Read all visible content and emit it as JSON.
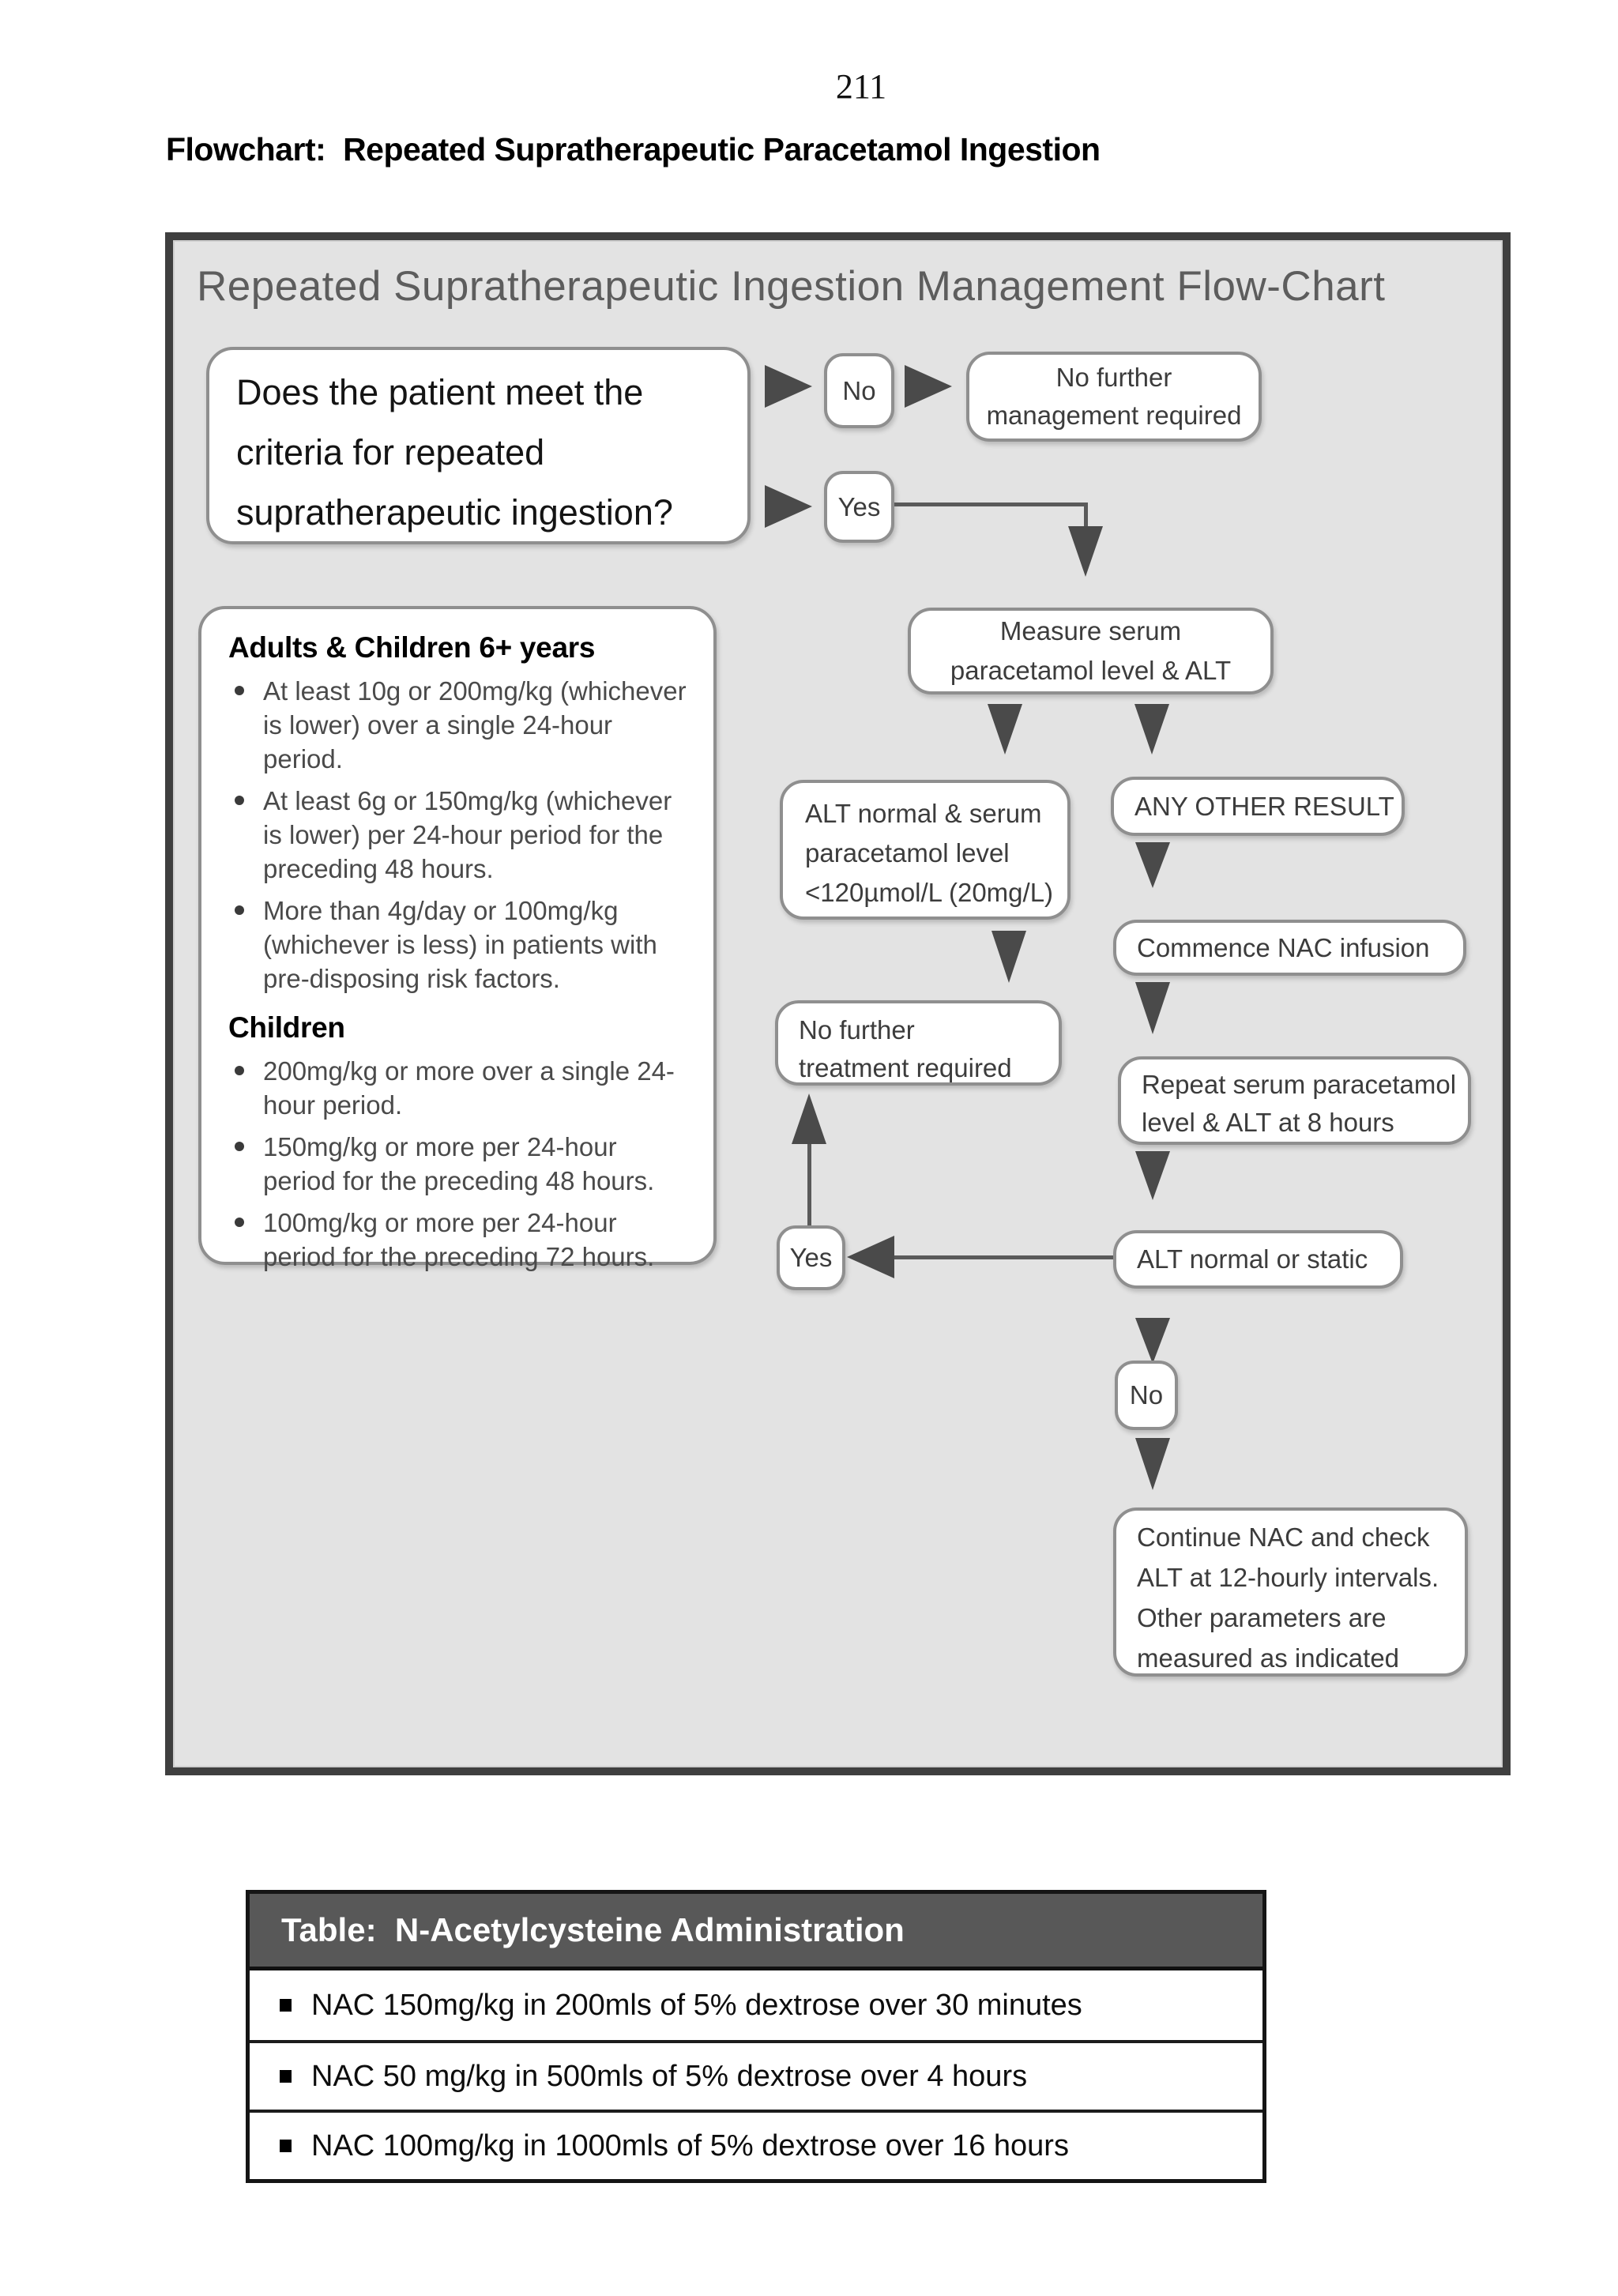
{
  "page": {
    "number": "211",
    "title": "Flowchart:  Repeated Supratherapeutic Paracetamol Ingestion"
  },
  "flowchart": {
    "title": "Repeated Supratherapeutic Ingestion Management Flow-Chart",
    "nodes": {
      "question": "Does the patient meet the\ncriteria for repeated\nsupratherapeutic ingestion?",
      "no_label": "No",
      "yes_label": "Yes",
      "no_further_management": "No further\nmanagement required",
      "measure_serum": "Measure serum\nparacetamol level & ALT",
      "alt_normal_low": "ALT normal & serum\nparacetamol level\n<120µmol/L (20mg/L)",
      "any_other_result": "ANY OTHER RESULT",
      "commence_nac": "Commence NAC infusion",
      "no_further_treatment": "No further\ntreatment required",
      "repeat_serum": "Repeat serum paracetamol\nlevel & ALT at 8 hours",
      "alt_normal_static": "ALT normal or static",
      "yes2_label": "Yes",
      "no2_label": "No",
      "continue_nac": "Continue NAC and check\nALT at 12-hourly intervals.\nOther parameters are\nmeasured as indicated"
    },
    "criteria": {
      "adults_title": "Adults & Children 6+ years",
      "adults_items": [
        "At least 10g or 200mg/kg (whichever is lower) over a single 24-hour period.",
        "At least 6g or 150mg/kg (whichever is lower) per 24-hour period for the preceding 48 hours.",
        "More than 4g/day or 100mg/kg (whichever is less) in patients with pre-disposing risk factors."
      ],
      "children_title": "Children",
      "children_items": [
        "200mg/kg or more over a single 24-hour period.",
        "150mg/kg or more per 24-hour period for the preceding 48 hours.",
        "100mg/kg or more per 24-hour period for the preceding 72 hours."
      ]
    }
  },
  "table": {
    "title": "Table:  N-Acetylcysteine Administration",
    "rows": [
      "NAC 150mg/kg in 200mls of 5% dextrose over 30 minutes",
      "NAC 50 mg/kg in 500mls of 5% dextrose over 4 hours",
      "NAC 100mg/kg in 1000mls of 5% dextrose over 16 hours"
    ]
  },
  "colors": {
    "frame_border": "#3f3f3f",
    "frame_background": "#e3e3e3",
    "node_border": "#8f8f8f",
    "arrow": "#4a4a4a",
    "table_header_background": "#585858",
    "table_header_text": "#ffffff"
  }
}
